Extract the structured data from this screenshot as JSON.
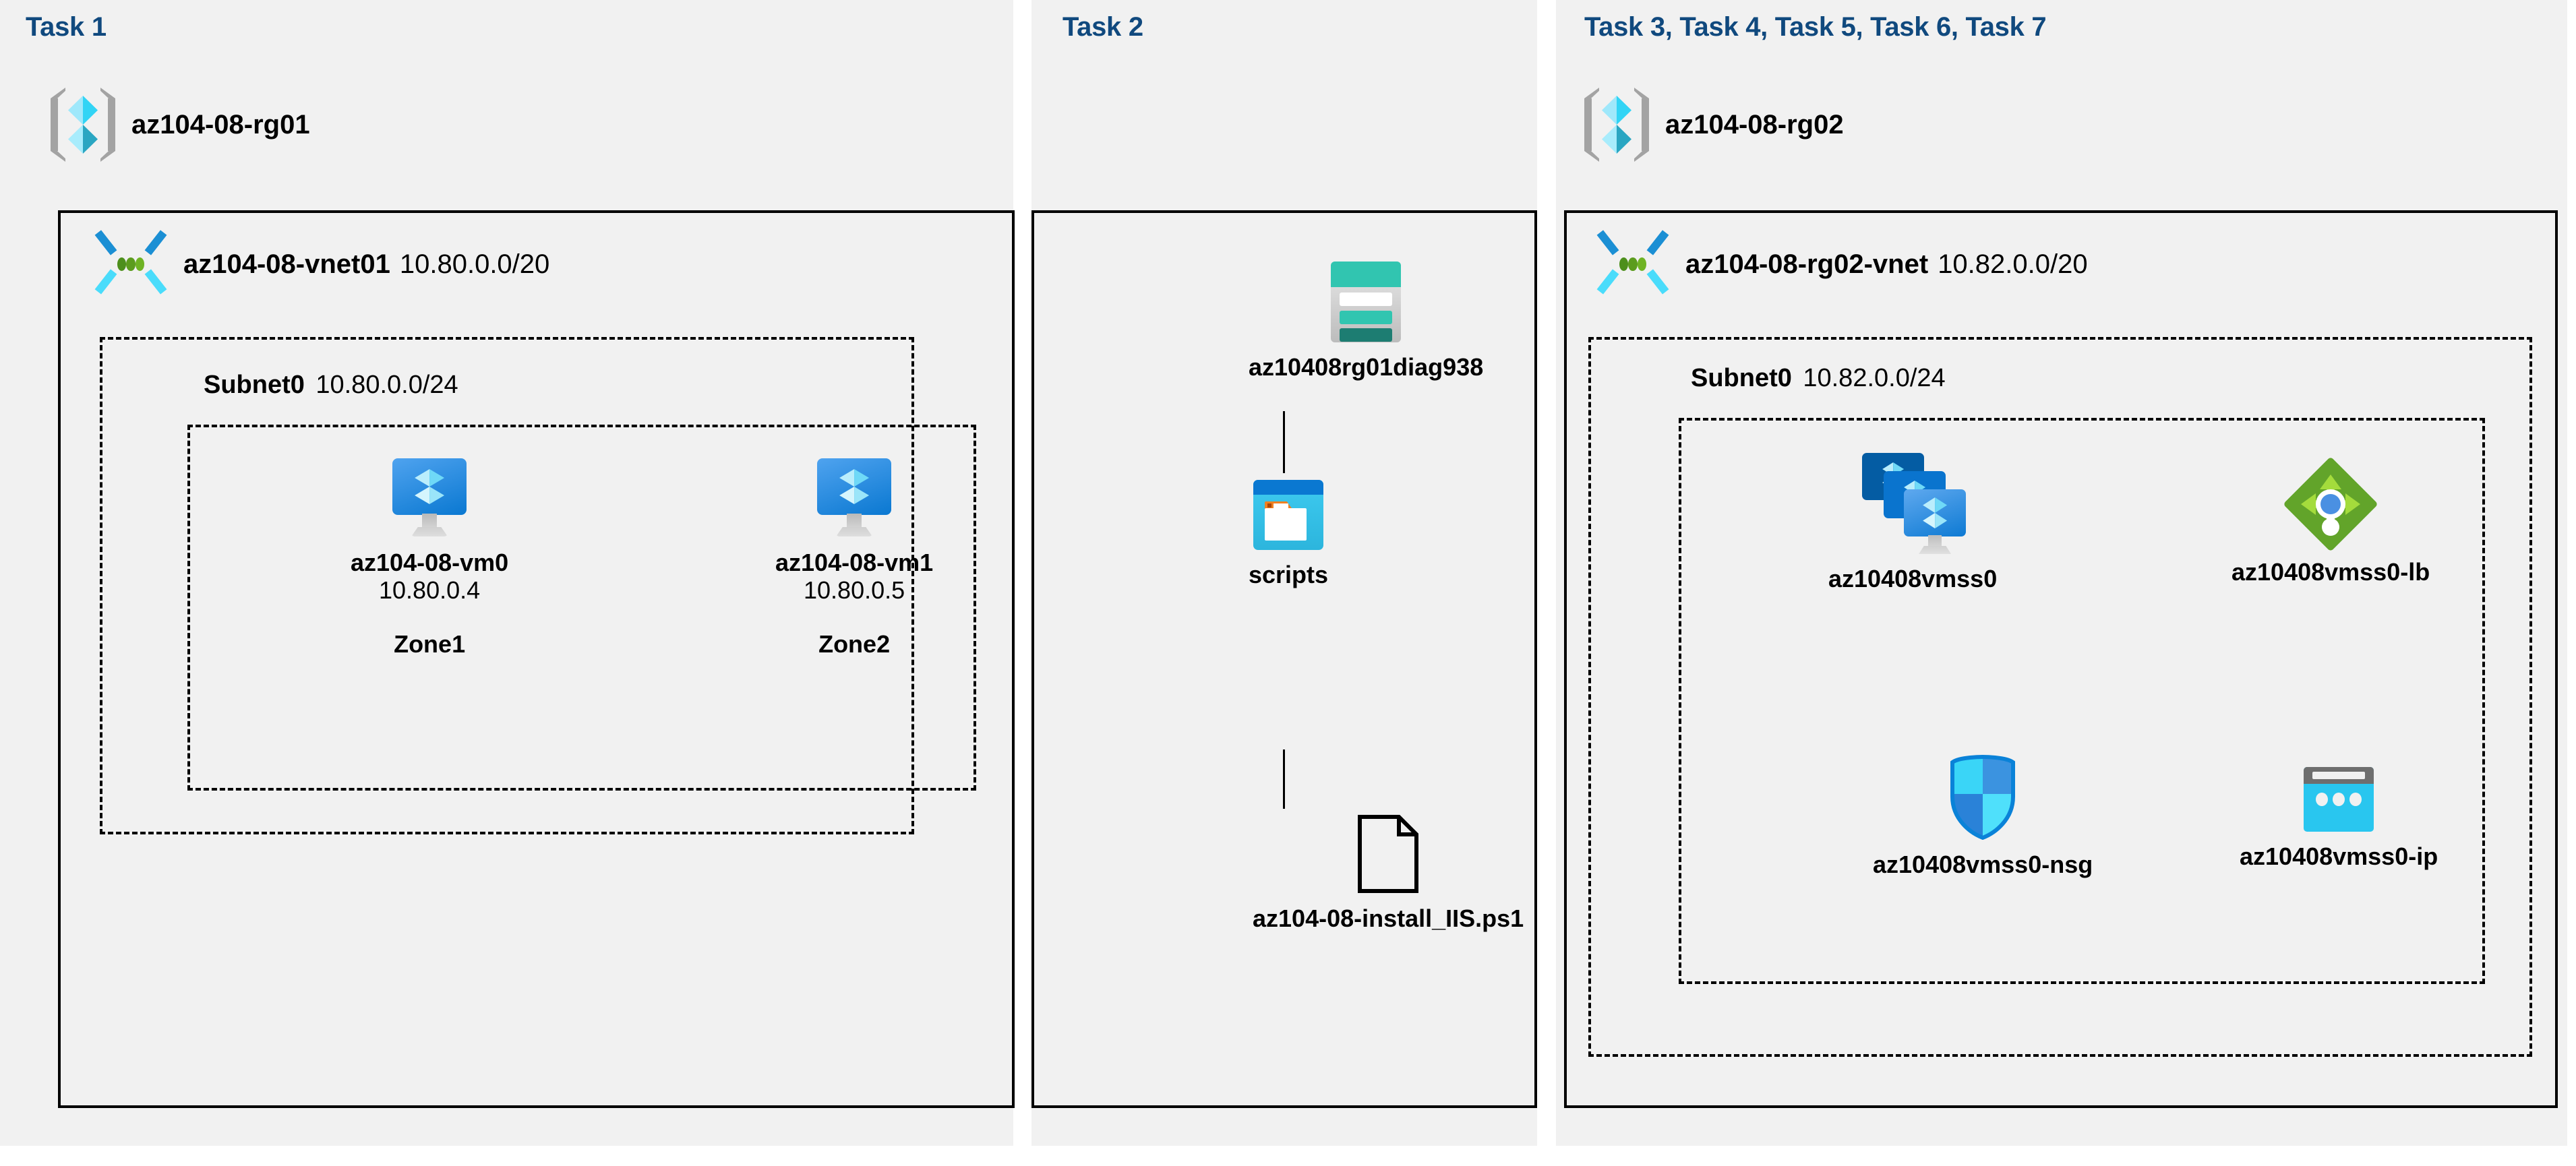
{
  "diagram": {
    "title": "Azure AZ-104 Lab 08 architecture",
    "colors": {
      "task_label": "#10497e",
      "panel_bg": "#f1f1f1",
      "border": "#000000",
      "rg_cube": "#32d4f5",
      "vnet_dot": "#59a01e",
      "vm_screen": "#0a78d1",
      "storage_teal": "#31c5b0",
      "blob_blue": "#0a78d1",
      "lb_green": "#62a42a",
      "nsg_blue": "#2aa8ef",
      "ip_cyan": "#29c6ef"
    }
  },
  "panels": [
    {
      "id": "panel-task1",
      "task_label": "Task 1",
      "resource_group": {
        "name": "az104-08-rg01",
        "icon": "resource-group-icon"
      },
      "vnet": {
        "name": "az104-08-vnet01",
        "cidr": "10.80.0.0/20",
        "icon": "virtual-network-icon"
      },
      "subnet": {
        "name": "Subnet0",
        "cidr": "10.80.0.0/24"
      },
      "vms": [
        {
          "name": "az104-08-vm0",
          "ip": "10.80.0.4",
          "zone": "Zone1",
          "icon": "virtual-machine-icon"
        },
        {
          "name": "az104-08-vm1",
          "ip": "10.80.0.5",
          "zone": "Zone2",
          "icon": "virtual-machine-icon"
        }
      ]
    },
    {
      "id": "panel-task2",
      "task_label": "Task 2",
      "items": [
        {
          "name": "az10408rg01diag938",
          "icon": "storage-account-icon"
        },
        {
          "name": "scripts",
          "icon": "blob-container-icon"
        },
        {
          "name": "az104-08-install_IIS.ps1",
          "icon": "file-icon"
        }
      ]
    },
    {
      "id": "panel-task3to7",
      "task_label": "Task 3, Task 4, Task 5, Task 6, Task 7",
      "resource_group": {
        "name": "az104-08-rg02",
        "icon": "resource-group-icon"
      },
      "vnet": {
        "name": "az104-08-rg02-vnet",
        "cidr": "10.82.0.0/20",
        "icon": "virtual-network-icon"
      },
      "subnet": {
        "name": "Subnet0",
        "cidr": "10.82.0.0/24"
      },
      "resources": [
        {
          "name": "az10408vmss0",
          "icon": "vm-scale-set-icon"
        },
        {
          "name": "az10408vmss0-lb",
          "icon": "load-balancer-icon"
        },
        {
          "name": "az10408vmss0-nsg",
          "icon": "network-security-group-icon"
        },
        {
          "name": "az10408vmss0-ip",
          "icon": "public-ip-address-icon"
        }
      ]
    }
  ]
}
